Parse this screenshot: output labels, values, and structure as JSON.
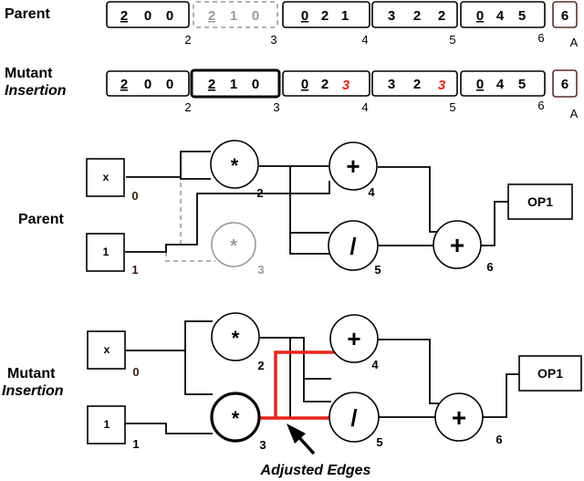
{
  "colors": {
    "mutation": "#e8231b",
    "removed": "#9a9a9a",
    "output_border": "#5a2f28",
    "dark_index": "#3a1a12"
  },
  "genome": {
    "parent_label": "Parent",
    "mutant_label": "Mutant",
    "insertion_label": "Insertion",
    "parent": {
      "genes": [
        {
          "digits": [
            "2",
            "0",
            "0"
          ],
          "underline": 0
        },
        {
          "digits": [
            "2",
            "1",
            "0"
          ],
          "underline": 0
        },
        {
          "digits": [
            "0",
            "2",
            "1"
          ],
          "underline": 0
        },
        {
          "digits": [
            "3",
            "2",
            "2"
          ]
        },
        {
          "digits": [
            "0",
            "4",
            "5"
          ],
          "underline": 0
        }
      ],
      "indices": [
        "2",
        "3",
        "4",
        "5",
        "6"
      ],
      "output_gene": "6",
      "output_index": "A"
    },
    "mutant": {
      "genes": [
        {
          "digits": [
            "2",
            "0",
            "0"
          ],
          "underline": 0
        },
        {
          "digits": [
            "2",
            "1",
            "0"
          ],
          "underline": 0
        },
        {
          "digits": [
            "0",
            "2",
            "3"
          ],
          "underline": 0,
          "changed": 2
        },
        {
          "digits": [
            "3",
            "2",
            "3"
          ],
          "changed": 2
        },
        {
          "digits": [
            "0",
            "4",
            "5"
          ],
          "underline": 0
        }
      ],
      "indices": [
        "2",
        "3",
        "4",
        "5",
        "6"
      ],
      "output_gene": "6",
      "output_index": "A"
    }
  },
  "graphs": {
    "parent_label": "Parent",
    "mutant_label": "Mutant",
    "insertion_label": "Insertion",
    "parent": {
      "inputs": [
        {
          "label": "x",
          "index": "0"
        },
        {
          "label": "1",
          "index": "1"
        }
      ],
      "nodes": [
        {
          "symbol": "*",
          "index": "2"
        },
        {
          "symbol": "*",
          "index": "3"
        },
        {
          "symbol": "+",
          "index": "4"
        },
        {
          "symbol": "/",
          "index": "5"
        },
        {
          "symbol": "+",
          "index": "6"
        }
      ],
      "output": "OP1"
    },
    "mutant": {
      "inputs": [
        {
          "label": "x",
          "index": "0"
        },
        {
          "label": "1",
          "index": "1"
        }
      ],
      "nodes": [
        {
          "symbol": "*",
          "index": "2"
        },
        {
          "symbol": "*",
          "index": "3"
        },
        {
          "symbol": "+",
          "index": "4"
        },
        {
          "symbol": "/",
          "index": "5"
        },
        {
          "symbol": "+",
          "index": "6"
        }
      ],
      "output": "OP1"
    },
    "annotation": "Adjusted Edges"
  }
}
